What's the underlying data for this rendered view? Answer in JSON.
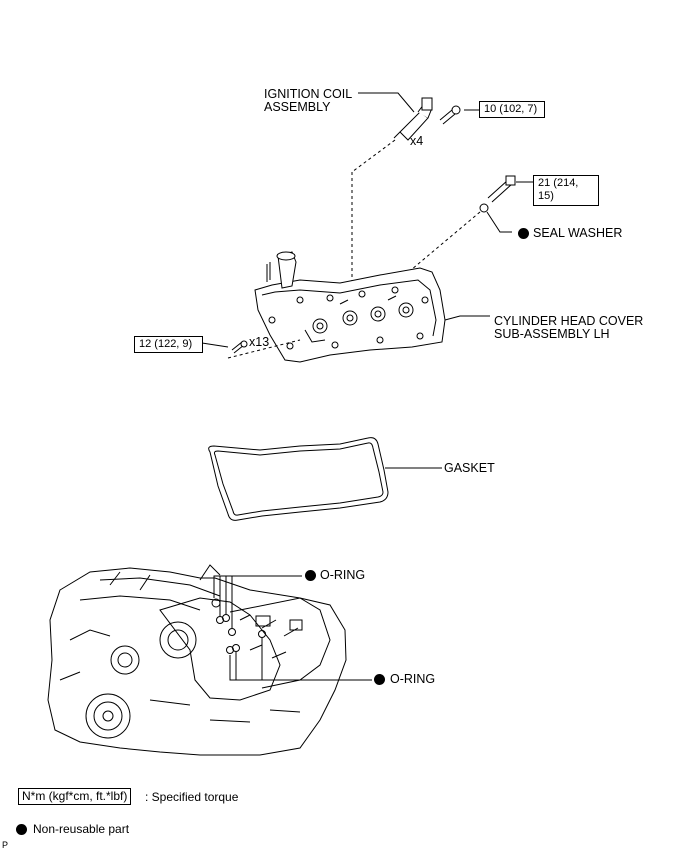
{
  "parts": {
    "ignition_coil": {
      "line1": "IGNITION  COIL",
      "line2": "ASSEMBLY",
      "qty": "x4",
      "torque": "10 (102, 7)"
    },
    "cover_bolt": {
      "torque_line1": "21 (214,",
      "torque_line2": "15)"
    },
    "seal_washer": {
      "label": "SEAL WASHER"
    },
    "cylinder_head_cover": {
      "line1": "CYLINDER HEAD COVER",
      "line2": "SUB-ASSEMBLY LH"
    },
    "cover_bolts_small": {
      "torque": "12 (122, 9)",
      "qty": "x13"
    },
    "gasket": {
      "label": "GASKET"
    },
    "o_ring_upper": {
      "label": "O-RING"
    },
    "o_ring_lower": {
      "label": "O-RING"
    }
  },
  "legend": {
    "torque_unit": "N*m (kgf*cm, ft.*lbf)",
    "torque_desc": ": Specified torque",
    "non_reusable": "Non-reusable part"
  },
  "corner_mark": "P"
}
